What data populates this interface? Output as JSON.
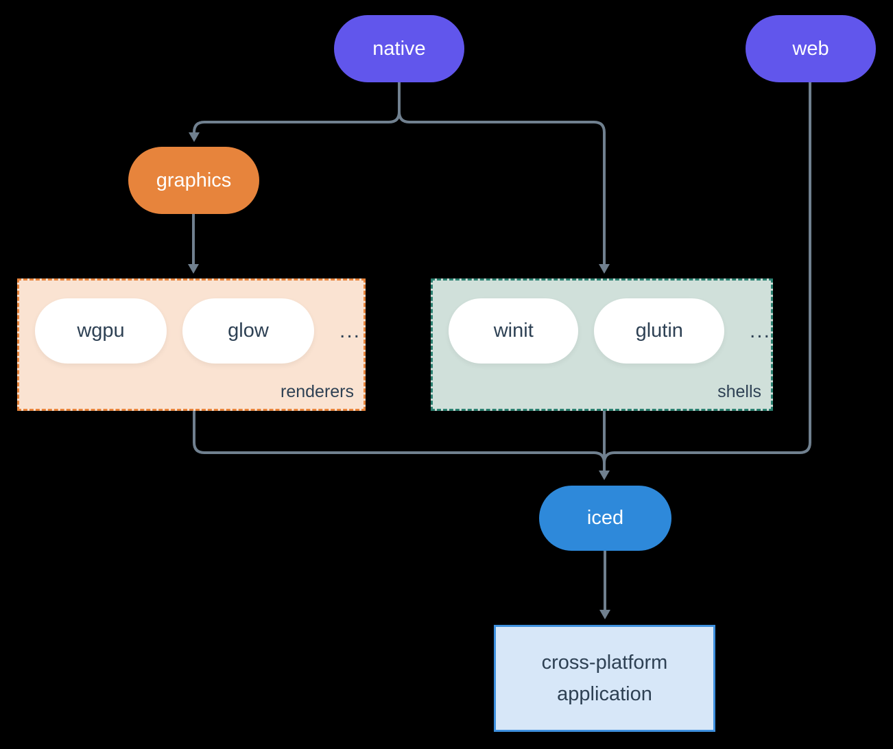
{
  "colors": {
    "bg": "#000000",
    "edge": "#70808f",
    "purple": "#6156ec",
    "orange": "#e7843c",
    "peach": "#fae3d2",
    "teal": "#2b8070",
    "sage": "#d0e0da",
    "blue": "#2e89da",
    "app-fill": "#d7e7f8",
    "app-border": "#3e90de",
    "ink": "#2e4154",
    "pill-white": "#ffffff"
  },
  "nodes": {
    "native": {
      "label": "native"
    },
    "web": {
      "label": "web"
    },
    "graphics": {
      "label": "graphics"
    },
    "iced": {
      "label": "iced"
    },
    "application": {
      "lines": [
        "cross-platform",
        "application"
      ]
    }
  },
  "groups": {
    "renderers": {
      "label": "renderers",
      "items": [
        "wgpu",
        "glow"
      ],
      "ellipsis": "..."
    },
    "shells": {
      "label": "shells",
      "items": [
        "winit",
        "glutin"
      ],
      "ellipsis": "..."
    }
  }
}
